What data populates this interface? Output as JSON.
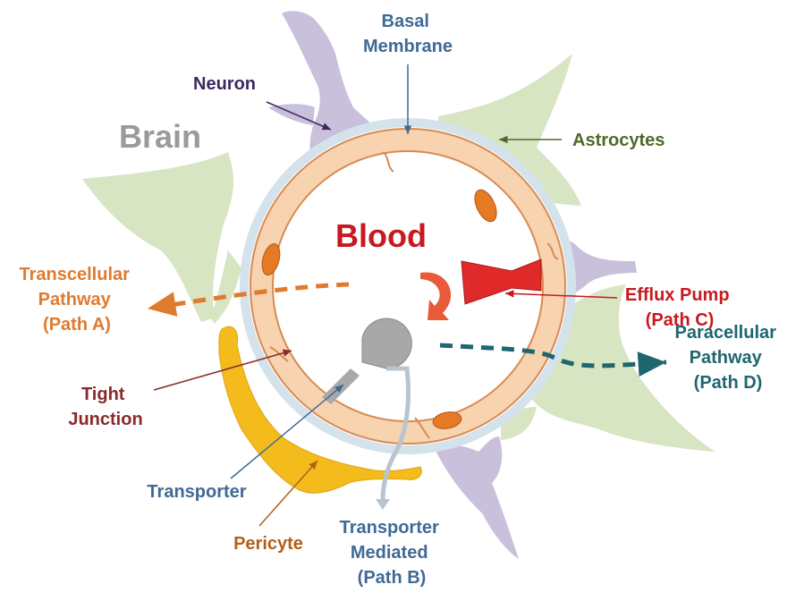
{
  "labels": {
    "basal_membrane": [
      "Basal",
      "Membrane"
    ],
    "neuron": "Neuron",
    "brain": "Brain",
    "astrocytes": "Astrocytes",
    "blood": "Blood",
    "transcellular": [
      "Transcellular",
      "Pathway",
      "(Path A)"
    ],
    "efflux": [
      "Efflux Pump",
      "(Path C)"
    ],
    "paracellular": [
      "Paracellular",
      "Pathway",
      "(Path D)"
    ],
    "tight_junction": [
      "Tight",
      "Junction"
    ],
    "transporter": "Transporter",
    "pericyte": "Pericyte",
    "transporter_mediated": [
      "Transporter",
      "Mediated",
      "(Path B)"
    ]
  },
  "colors": {
    "basal_membrane": "#3f6a95",
    "neuron": "#3b2a5e",
    "brain": "#9a9a9a",
    "astrocytes": "#4e6a2a",
    "blood": "#c8191e",
    "transcellular": "#e07a2e",
    "efflux": "#c8191e",
    "paracellular": "#1e6670",
    "tight_junction": "#8a2a2a",
    "transporter": "#3f6a95",
    "pericyte": "#b0601a",
    "transporter_mediated": "#3f6a95",
    "astro_fill": "#d7e5c2",
    "neuron_fill": "#c9c0dc",
    "pericyte_fill": "#f3bb1c",
    "membrane_fill": "#d4e2ec",
    "endothelium_fill": "#f7d3b0",
    "endothelium_stroke": "#d98a52",
    "nucleus_fill": "#e47a24",
    "transporter_fill": "#a8a8a8"
  }
}
